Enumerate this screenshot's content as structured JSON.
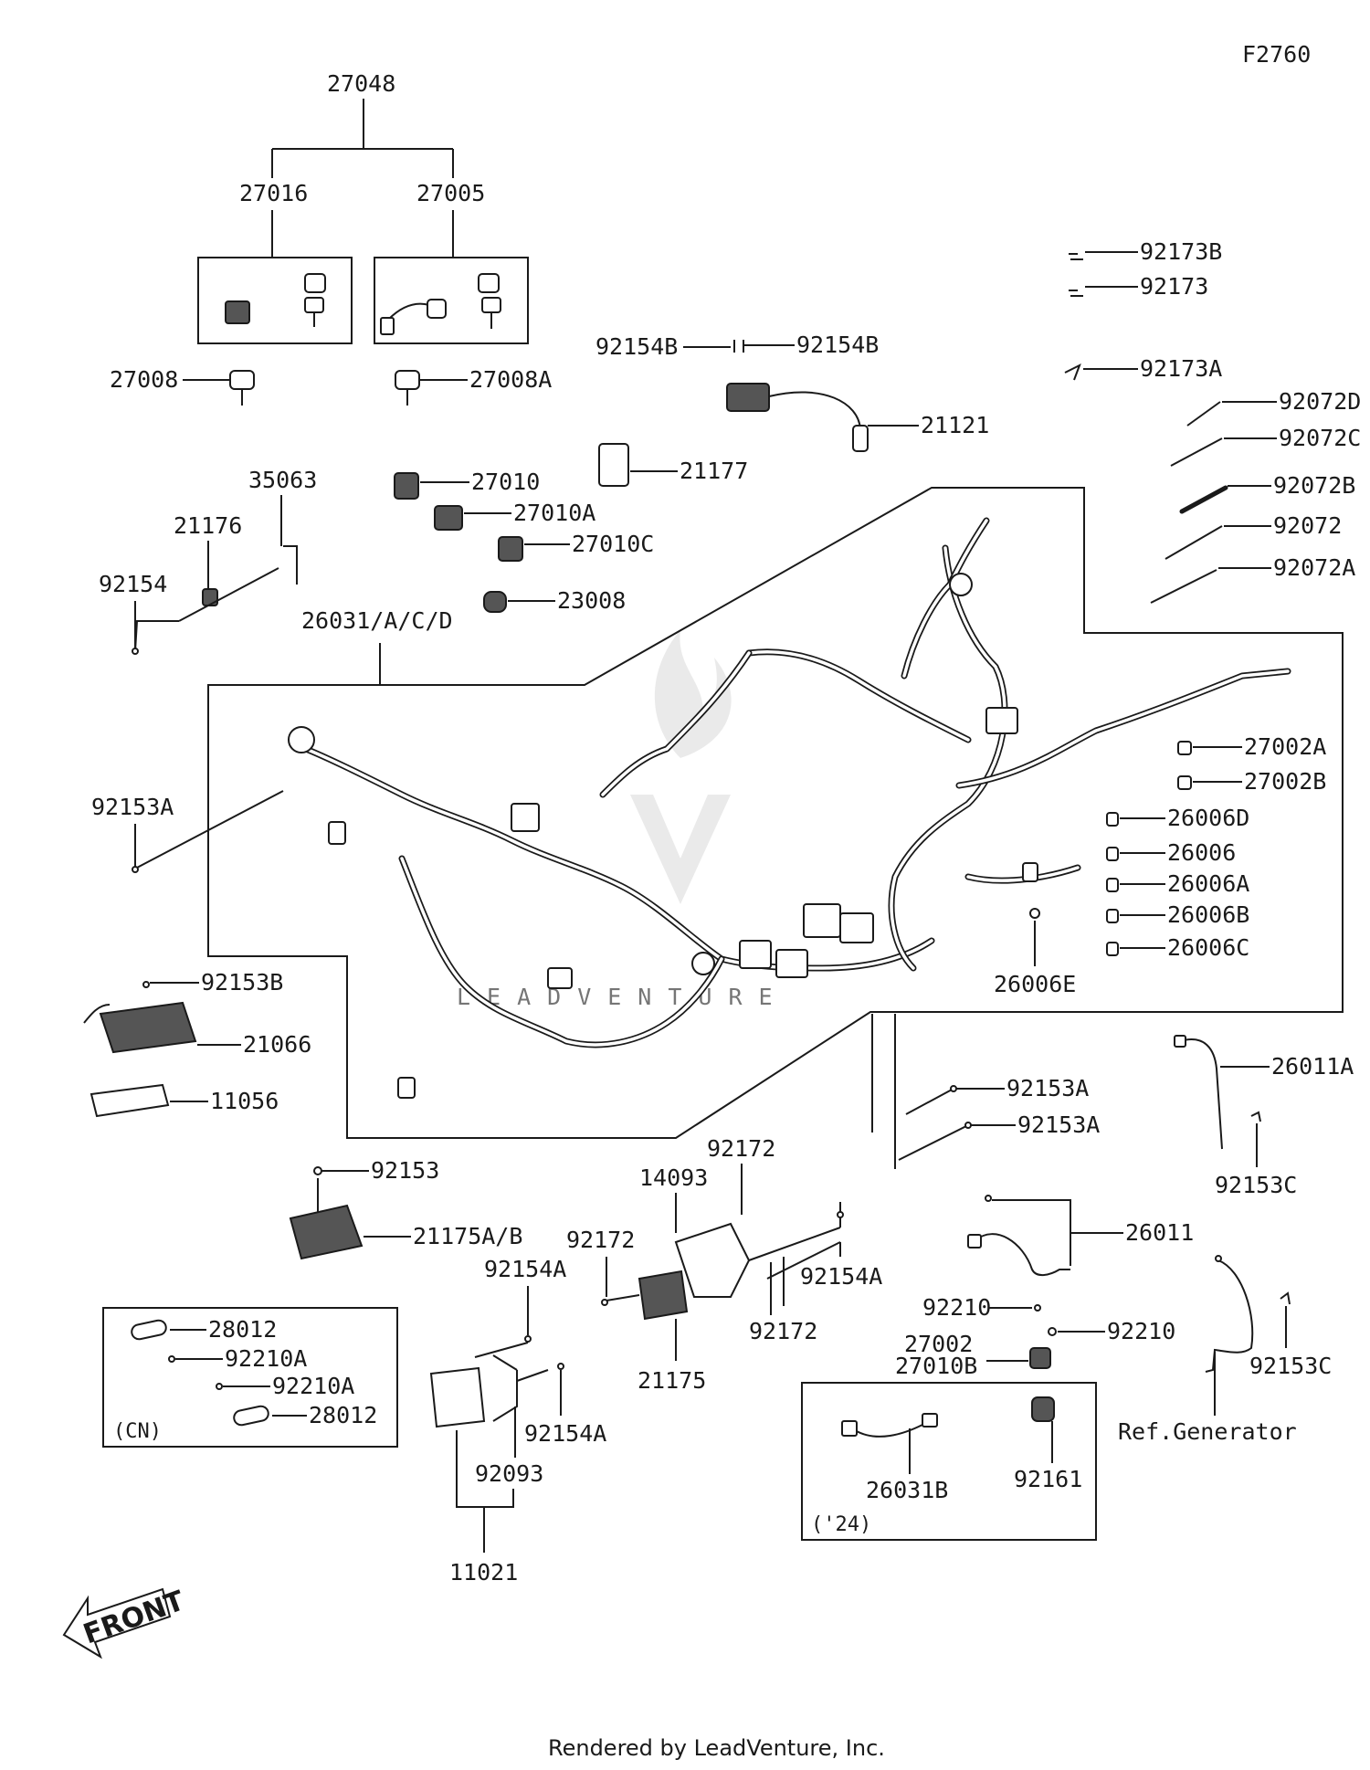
{
  "diagram_code": "F2760",
  "footer": "Rendered by LeadVenture, Inc.",
  "watermark": "LEADVENTURE",
  "front_label": "FRONT",
  "group_tags": {
    "cn": "(CN)",
    "y24": "('24)"
  },
  "ref_generator": "Ref.Generator",
  "parts": {
    "p27048": "27048",
    "p27016": "27016",
    "p27005": "27005",
    "p27008": "27008",
    "p27008A": "27008A",
    "p35063": "35063",
    "p21176": "21176",
    "p92154": "92154",
    "p27010": "27010",
    "p27010A": "27010A",
    "p27010C": "27010C",
    "p23008": "23008",
    "p21177": "21177",
    "p92154B_l": "92154B",
    "p92154B_r": "92154B",
    "p21121": "21121",
    "p92173B": "92173B",
    "p92173": "92173",
    "p92173A": "92173A",
    "p92072D": "92072D",
    "p92072C": "92072C",
    "p92072B": "92072B",
    "p92072": "92072",
    "p92072A": "92072A",
    "p26031ACD": "26031/A/C/D",
    "p92153A_l": "92153A",
    "p27002A": "27002A",
    "p27002B": "27002B",
    "p26006D": "26006D",
    "p26006": "26006",
    "p26006A": "26006A",
    "p26006B": "26006B",
    "p26006C": "26006C",
    "p26006E": "26006E",
    "p92153B": "92153B",
    "p21066": "21066",
    "p11056": "11056",
    "p26011A": "26011A",
    "p92153A_r1": "92153A",
    "p92153A_r2": "92153A",
    "p92153C_a": "92153C",
    "p92153": "92153",
    "p21175AB": "21175A/B",
    "p92172_top": "92172",
    "p14093": "14093",
    "p92172_l": "92172",
    "p92154A_r": "92154A",
    "p92172_b": "92172",
    "p21175": "21175",
    "p26011": "26011",
    "p92210_l": "92210",
    "p92210_r": "92210",
    "p27002": "27002",
    "p27010B": "27010B",
    "p92153C_b": "92153C",
    "p92154A_top": "92154A",
    "p92154A_b": "92154A",
    "p92093": "92093",
    "p11021": "11021",
    "p28012_a": "28012",
    "p92210A_a": "92210A",
    "p92210A_b": "92210A",
    "p28012_b": "28012",
    "p26031B": "26031B",
    "p92161": "92161"
  }
}
